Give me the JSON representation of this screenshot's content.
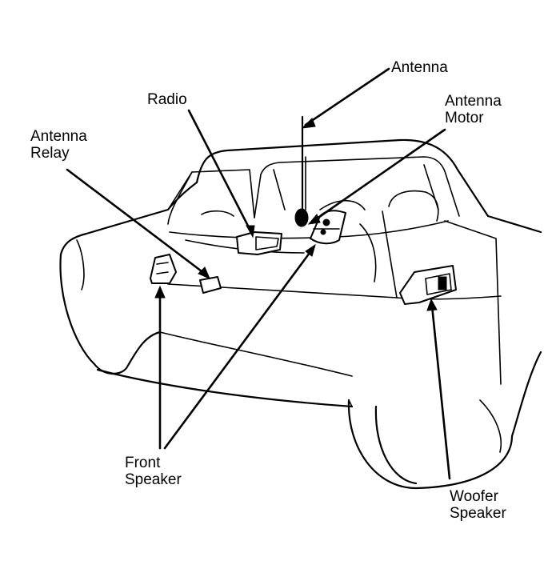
{
  "labels": {
    "antenna": "Antenna",
    "radio": "Radio",
    "antenna_motor_line1": "Antenna",
    "antenna_motor_line2": "Motor",
    "antenna_relay_line1": "Antenna",
    "antenna_relay_line2": "Relay",
    "front_speaker_line1": "Front",
    "front_speaker_line2": "Speaker",
    "woofer_speaker_line1": "Woofer",
    "woofer_speaker_line2": "Speaker"
  }
}
